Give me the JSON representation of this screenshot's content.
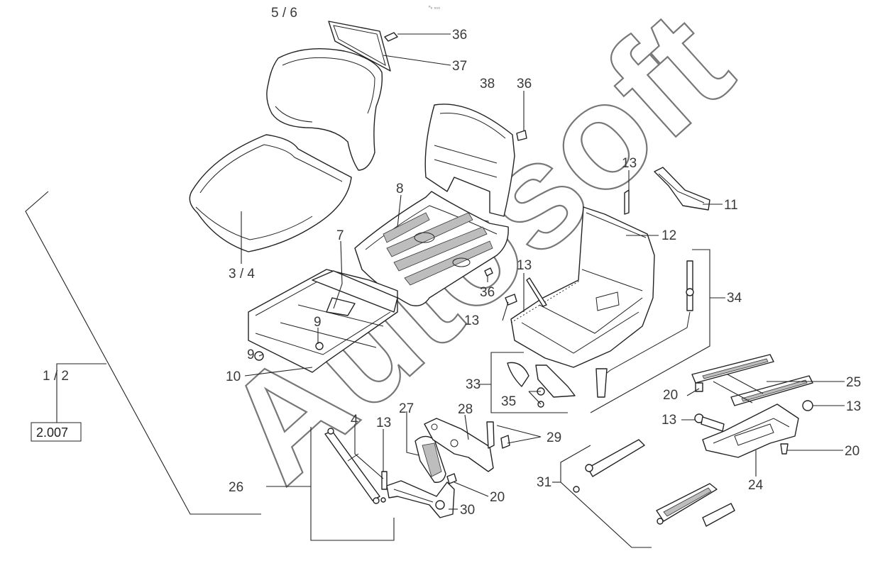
{
  "watermark": "Autosoft",
  "top_mark": "ⁿ₀ ₀₀₀",
  "reference_box": "2.007",
  "labels": {
    "l_56": "5 / 6",
    "l_36a": "36",
    "l_37": "37",
    "l_38": "38",
    "l_36b": "36",
    "l_13a": "13",
    "l_11": "11",
    "l_8": "8",
    "l_12": "12",
    "l_7": "7",
    "l_34": "34",
    "l_13b": "13",
    "l_36c": "36",
    "l_34n": "3 / 4",
    "l_13c": "13",
    "l_9a": "9",
    "l_9b": "9",
    "l_10": "10",
    "l_12n": "1 / 2",
    "l_33": "33",
    "l_25": "25",
    "l_20a": "20",
    "l_35": "35",
    "l_13d": "13",
    "l_13e": "13",
    "l_4": "4",
    "l_13f": "13",
    "l_27": "27",
    "l_28": "28",
    "l_29": "29",
    "l_20b": "20",
    "l_24": "24",
    "l_26": "26",
    "l_20c": "20",
    "l_31": "31",
    "l_30": "30"
  }
}
